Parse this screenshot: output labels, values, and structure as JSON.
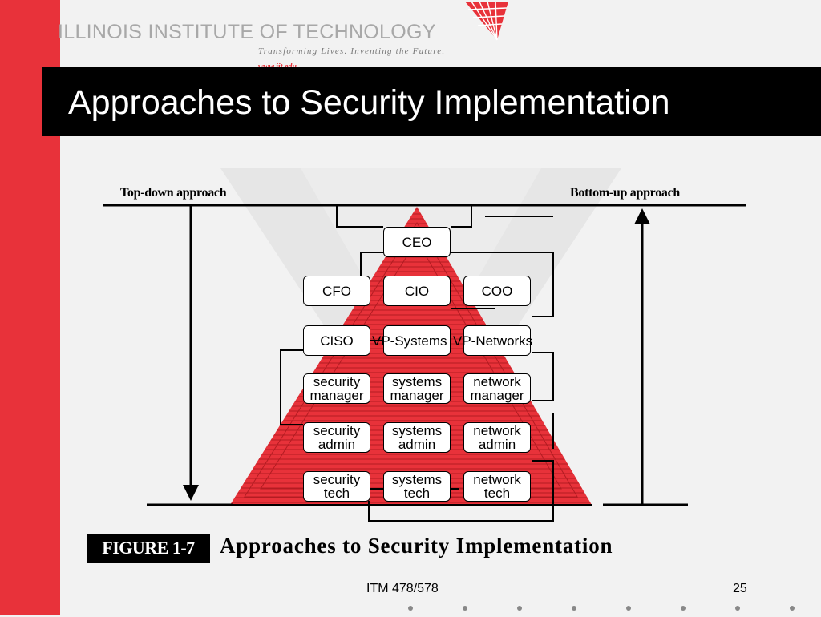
{
  "header": {
    "institution": "ILLINOIS INSTITUTE OF TECHNOLOGY",
    "tagline": "Transforming Lives. Inventing the Future.",
    "url": "www.iit.edu"
  },
  "slide": {
    "title": "Approaches to Security Implementation"
  },
  "diagram": {
    "top_down_label": "Top-down approach",
    "bottom_up_label": "Bottom-up approach",
    "nodes": {
      "ceo": "CEO",
      "cfo": "CFO",
      "cio": "CIO",
      "coo": "COO",
      "ciso": "CISO",
      "vp_systems": "VP-Systems",
      "vp_networks": "VP-Networks",
      "security_manager": "security\nmanager",
      "systems_manager": "systems\nmanager",
      "network_manager": "network\nmanager",
      "security_admin": "security\nadmin",
      "systems_admin": "systems\nadmin",
      "network_admin": "network\nadmin",
      "security_tech": "security\ntech",
      "systems_tech": "systems\ntech",
      "network_tech": "network\ntech"
    },
    "pyramid_color": "#e8323a"
  },
  "figure": {
    "tag": "FIGURE 1-7",
    "caption": "Approaches to Security Implementation"
  },
  "footer": {
    "course": "ITM 478/578",
    "page": "25"
  },
  "colors": {
    "accent_red": "#e8323a",
    "title_band": "#000000",
    "background": "#f2f2f2"
  }
}
